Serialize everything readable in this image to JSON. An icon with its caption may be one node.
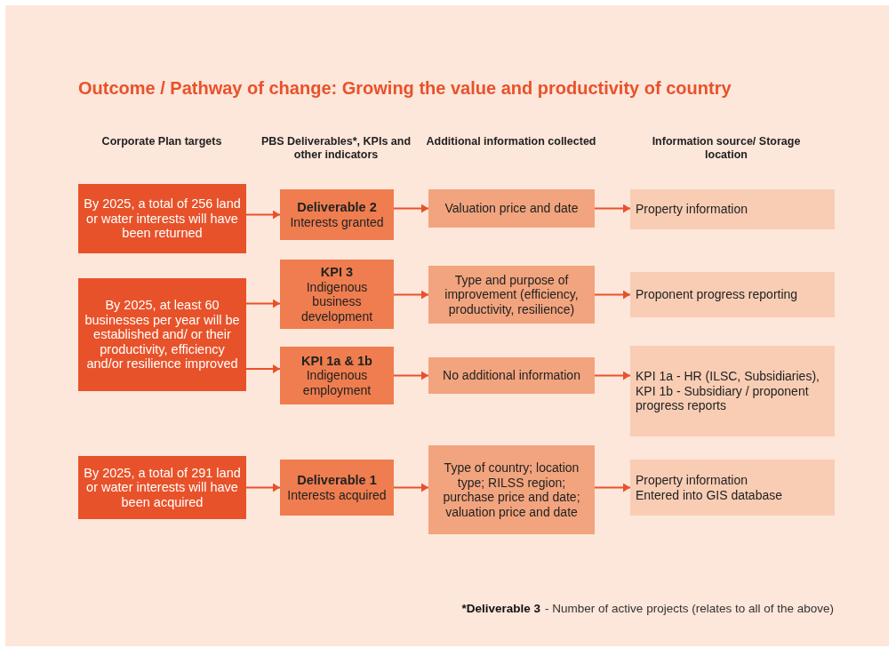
{
  "diagram": {
    "title": "Outcome / Pathway of change: **Growing the value and productivity of country**",
    "nodes": [
      {
        "text": [
          "By 2025, a total of 256 land or water interests will have been returned"
        ]
      },
      {
        "text": [
          "Deliverable 2",
          "Interests granted"
        ]
      },
      {
        "text": [
          "Valuation price and date"
        ]
      },
      {
        "text": [
          "Property information"
        ]
      },
      {
        "text": [
          "By 2025, at least 60 businesses per year will be established and/ or their productivity, efficiency and/or resilience improved"
        ]
      },
      {
        "text": [
          "KPI 3",
          "Indigenous business development"
        ]
      },
      {
        "text": [
          "Type and purpose of improvement (efficiency, productivity, resilience)"
        ]
      },
      {
        "text": [
          "Proponent progress reporting"
        ]
      },
      {
        "text": [
          "KPI 1a & 1b",
          "Indigenous employment"
        ]
      },
      {
        "text": [
          "No additional information"
        ]
      },
      {
        "text": [
          "KPI 1a - HR (ILSC, Subsidiaries),",
          "KPI 1b - Subsidiary / proponent progress reports"
        ]
      },
      {
        "text": [
          "By 2025, a total of 291 land or water interests will have been acquired"
        ]
      },
      {
        "text": [
          "Deliverable 1",
          "Interests acquired"
        ]
      },
      {
        "text": [
          "Type of country; location type; RILSS region; purchase price and date; valuation price and date"
        ]
      },
      {
        "text": [
          "Property information",
          "Entered into GIS database"
        ]
      }
    ],
    "edges": [
      {
        "from": 0,
        "to": 1,
        "arrow": "to"
      },
      {
        "from": 1,
        "to": 2,
        "arrow": "to"
      },
      {
        "from": 2,
        "to": 3,
        "arrow": "to"
      },
      {
        "from": 4,
        "to": 5,
        "arrow": "to"
      },
      {
        "from": 4,
        "to": 8,
        "arrow": "to"
      },
      {
        "from": 5,
        "to": 6,
        "arrow": "to"
      },
      {
        "from": 6,
        "to": 7,
        "arrow": "to"
      },
      {
        "from": 8,
        "to": 9,
        "arrow": "to"
      },
      {
        "from": 9,
        "to": 10,
        "arrow": "to"
      },
      {
        "from": 11,
        "to": 12,
        "arrow": "to"
      },
      {
        "from": 12,
        "to": 13,
        "arrow": "to"
      },
      {
        "from": 13,
        "to": 14,
        "arrow": "to"
      }
    ],
    "labels": [
      "Corporate Plan targets",
      "PBS Deliverables*, KPIs and other indicators",
      "Additional information collected",
      "Information source/ Storage location",
      "*Deliverable 3",
      "- Number of active projects (relates to all of the above)"
    ]
  }
}
